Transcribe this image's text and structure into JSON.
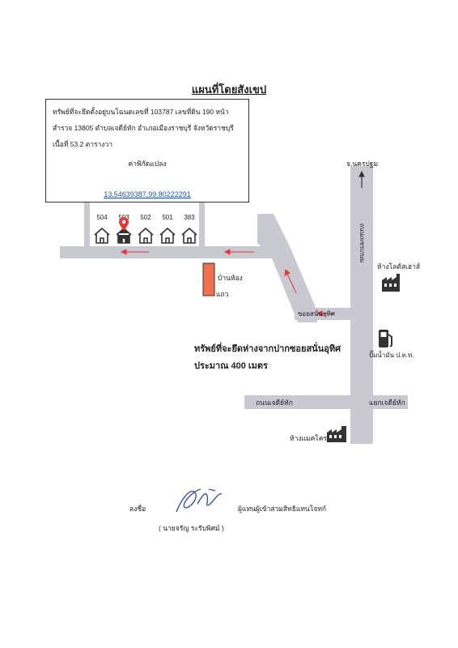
{
  "title": "แผนที่โดยสังเขป",
  "info": {
    "line1": "ทรัพย์ที่จะยึดตั้งอยู่บนโฉนดเลขที่  103787  เลขที่ดิน  190  หน้า",
    "line2": "สำรวจ  13805  ตำบลเจดีย์หัก  อำเภอเมืองราชบุรี  จังหวัดราชบุรี",
    "line3": "เนื้อที่  53.2  ตารางวา",
    "coord_label": "ค่าพิกัดแปลง",
    "coord_link": "13.54639387,99.80222291"
  },
  "houses": [
    {
      "number": "504",
      "highlight": false
    },
    {
      "number": "503",
      "highlight": true
    },
    {
      "number": "502",
      "highlight": false
    },
    {
      "number": "501",
      "highlight": false
    },
    {
      "number": "383",
      "highlight": false
    }
  ],
  "labels": {
    "to_nakhon_pathom": "จ.นครปฐม",
    "main_road": "ถนนเพชรเกษม",
    "mall_lotus": "ห้างโลตัสเฮาส์",
    "row_house_1": "บ้านห้อง",
    "row_house_2": "แถว",
    "soi": "ซอยสนั่นอุทิศ",
    "gas_station": "ปั๊มน้ำมัน ป.ต.ท.",
    "road_chedi_hak": "ถนนเจดีย์หัก",
    "junction_chedi_hak": "แยกเจดีย์หัก",
    "mall_makro": "ห้างแมคโคร"
  },
  "distance": {
    "line1": "ทรัพย์ที่จะยึดห่างจากปากซอยสนั่นอุทิศ",
    "line2": "ประมาณ  400  เมตร"
  },
  "signature": {
    "sign_label": "ลงชื่อ",
    "role": "ผู้แทนผู้เข้าสวมสิทธิแทนโจทก์",
    "name": "( นายจรัญ  ระรับพิศม์ )"
  },
  "colors": {
    "road": "#c9c9d2",
    "arrow": "#e53935",
    "pin": "#e53935",
    "row_house": "#f07050",
    "link": "#1f4fb3"
  },
  "icons": [
    "house-icon",
    "location-pin-icon",
    "building-icon",
    "gas-pump-icon",
    "north-arrow-icon"
  ]
}
